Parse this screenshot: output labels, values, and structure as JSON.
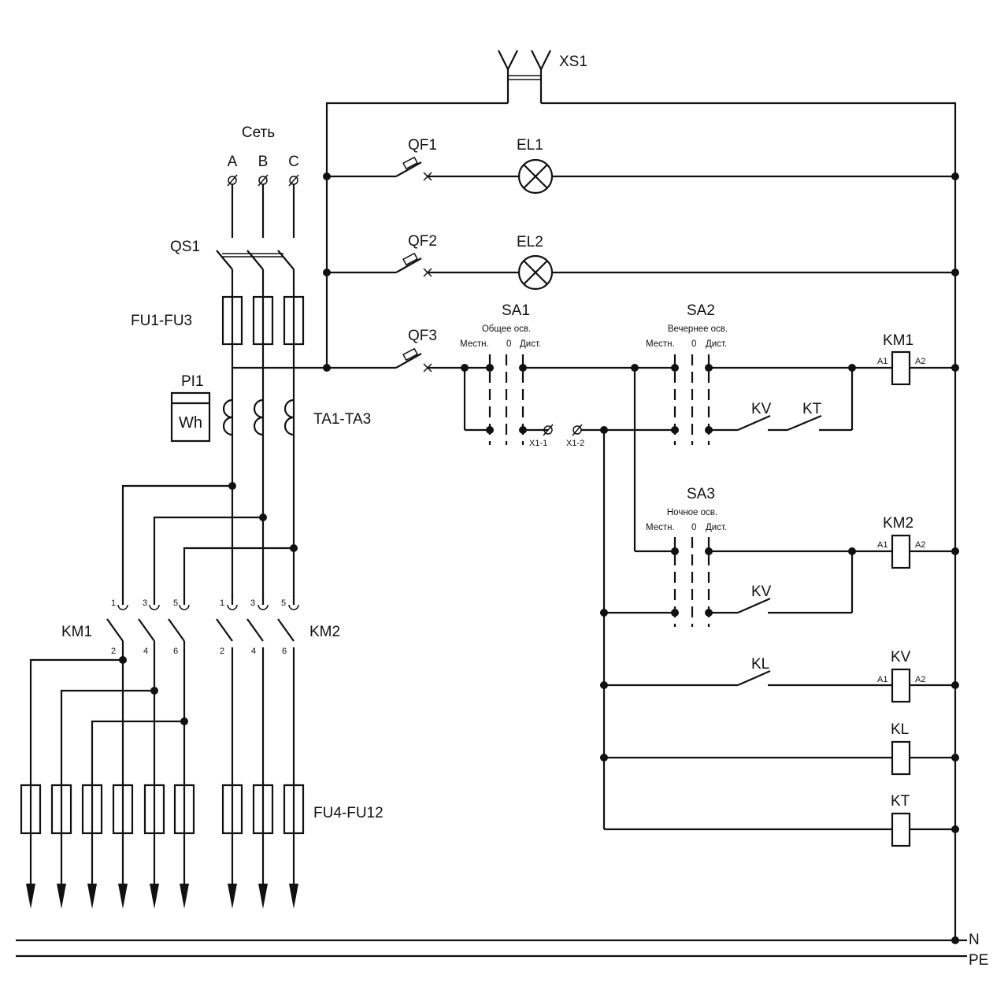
{
  "network": {
    "title": "Сеть",
    "phases": [
      "A",
      "B",
      "C"
    ]
  },
  "labels": {
    "xs1": "XS1",
    "qs1": "QS1",
    "fu1_fu3": "FU1-FU3",
    "pi1": "PI1",
    "wh": "Wh",
    "ta": "TA1-TA3",
    "km1_power": "KM1",
    "km2_power": "KM2",
    "fu4_fu12": "FU4-FU12",
    "qf1": "QF1",
    "qf2": "QF2",
    "qf3": "QF3",
    "el1": "EL1",
    "el2": "EL2",
    "n": "N",
    "pe": "PE"
  },
  "switches": {
    "sa1": {
      "name": "SA1",
      "desc": "Общее осв.",
      "pos_local": "Местн.",
      "pos_zero": "0",
      "pos_remote": "Дист."
    },
    "sa2": {
      "name": "SA2",
      "desc": "Вечернее осв.",
      "pos_local": "Местн.",
      "pos_zero": "0",
      "pos_remote": "Дист."
    },
    "sa3": {
      "name": "SA3",
      "desc": "Ночное осв.",
      "pos_local": "Местн.",
      "pos_zero": "0",
      "pos_remote": "Дист."
    }
  },
  "terminals": {
    "x1_1": "X1-1",
    "x1_2": "X1-2"
  },
  "contacts": {
    "kv_row1": "KV",
    "kt_row1": "KT",
    "kv_row2": "KV",
    "kl_row3": "KL"
  },
  "coils": {
    "km1": {
      "name": "KM1",
      "a1": "A1",
      "a2": "A2"
    },
    "km2": {
      "name": "KM2",
      "a1": "A1",
      "a2": "A2"
    },
    "kv": {
      "name": "KV",
      "a1": "A1",
      "a2": "A2"
    },
    "kl": {
      "name": "KL"
    },
    "kt": {
      "name": "KT"
    }
  },
  "contactor_terminals": {
    "km1_top": [
      "1",
      "3",
      "5"
    ],
    "km1_bottom": [
      "2",
      "4",
      "6"
    ],
    "km2_top": [
      "1",
      "3",
      "5"
    ],
    "km2_bottom": [
      "2",
      "4",
      "6"
    ]
  }
}
